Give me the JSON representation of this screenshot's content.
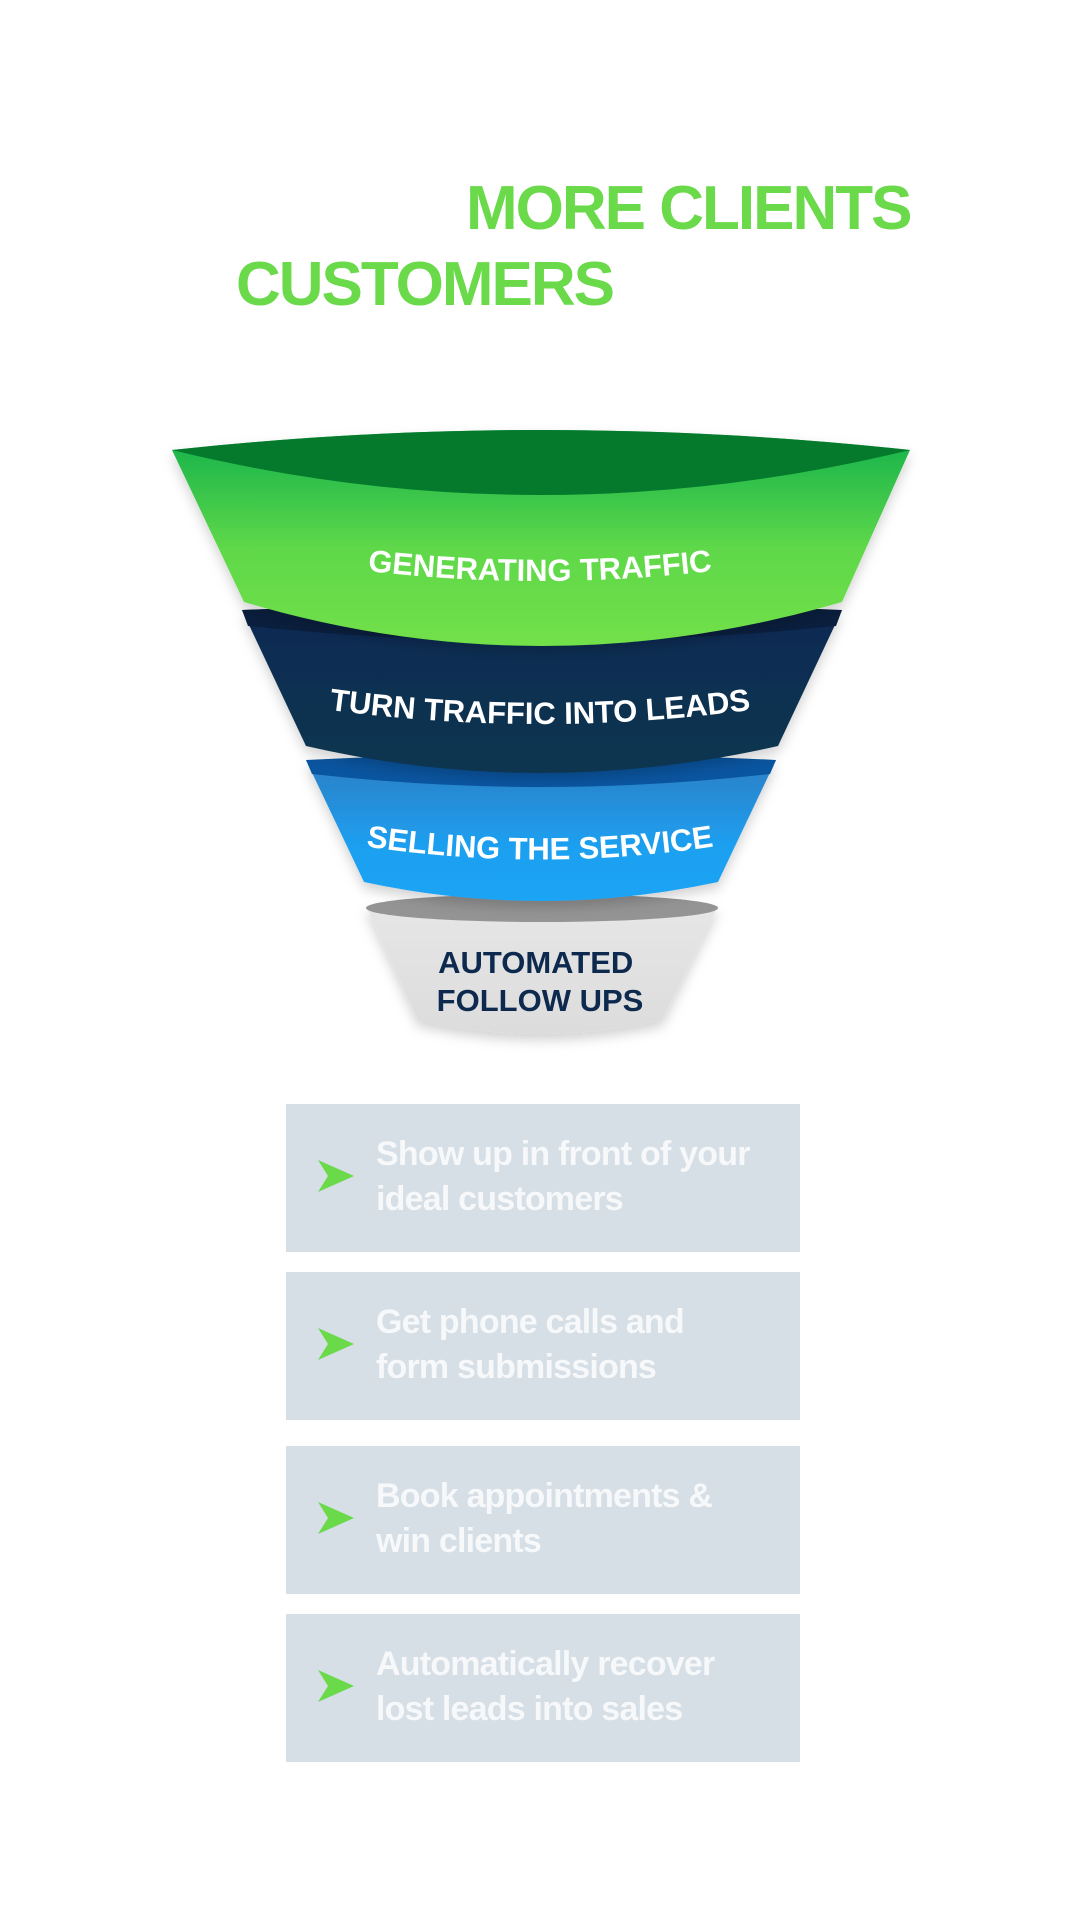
{
  "headline": {
    "line1": "MORE CLIENTS",
    "line2": "CUSTOMERS"
  },
  "funnel": {
    "stages": [
      {
        "label": "GENERATING TRAFFIC"
      },
      {
        "label": "TURN TRAFFIC INTO LEADS"
      },
      {
        "label": "SELLING THE SERVICE"
      },
      {
        "label_line1": "AUTOMATED",
        "label_line2": "FOLLOW UPS"
      }
    ]
  },
  "benefits": [
    {
      "line1": "Show up in front of your",
      "line2": "ideal customers"
    },
    {
      "line1": "Get phone calls and",
      "line2": "form submissions"
    },
    {
      "line1": "Book appointments &",
      "line2": "win clients"
    },
    {
      "line1": "Automatically recover",
      "line2": "lost leads into sales"
    }
  ],
  "colors": {
    "accent_green": "#6ad94a",
    "navy": "#0d2a4e",
    "blue": "#1e9ff0",
    "gray": "#e3e3e3",
    "card_bg": "#d6dee6"
  },
  "icons": {
    "benefit_bullet": "chevron-right-arrow-icon"
  }
}
